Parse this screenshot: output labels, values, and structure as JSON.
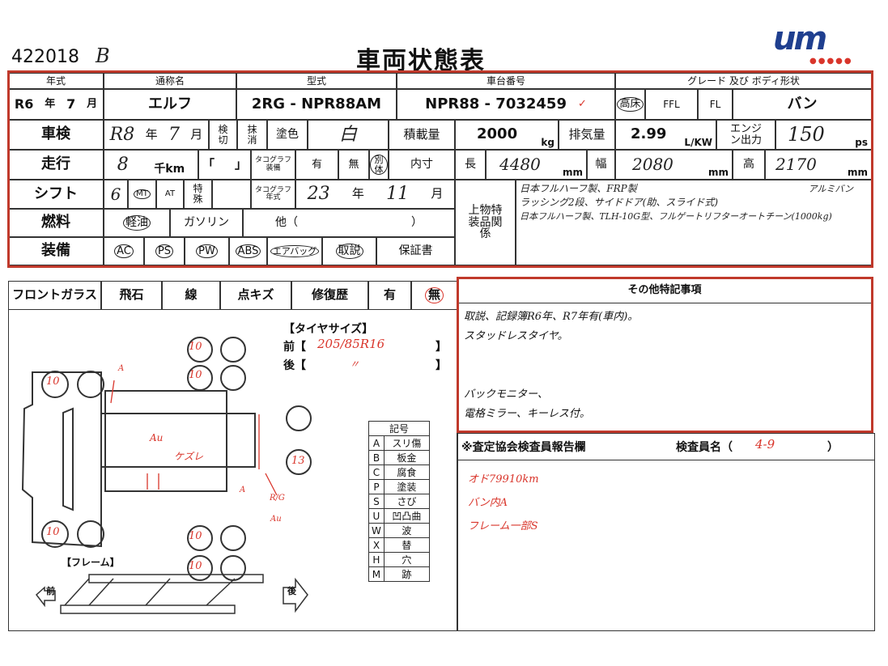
{
  "header": {
    "lot_number": "422018",
    "lot_suffix": "B",
    "title": "車両状態表",
    "logo_text": "um"
  },
  "table": {
    "year_label": "年式",
    "name_label": "通称名",
    "model_label": "型式",
    "chassis_label": "車台番号",
    "grade_label": "グレード 及び ボディ形状",
    "year_era": "R6",
    "year_unit": "年",
    "month": "7",
    "month_unit": "月",
    "car_name": "エルフ",
    "model_code": "2RG - NPR88AM",
    "chassis_no": "NPR88 - 7032459",
    "chassis_check": "✓",
    "grade_options": [
      "高床",
      "FFL",
      "FL"
    ],
    "body_type": "バン",
    "inspection_label": "車検",
    "inspection_era": "R8",
    "inspection_year_unit": "年",
    "inspection_month": "7",
    "inspection_month_unit": "月",
    "expired_label": "検切",
    "cancelled_label": "抹消",
    "color_label": "塗色",
    "color_value": "白",
    "load_label": "積載量",
    "load_value": "2000",
    "load_unit": "kg",
    "displacement_label": "排気量",
    "displacement_value": "2.99",
    "displacement_unit": "L/KW",
    "engine_output_label": "エンジン出力",
    "engine_output_value": "150",
    "engine_output_unit": "ps",
    "mileage_label": "走行",
    "mileage_value": "8",
    "mileage_unit": "千km",
    "bracket_open": "「",
    "bracket_close": "」",
    "tacho_equip_label": "タコグラフ装備",
    "tacho_yes": "有",
    "tacho_no": "無",
    "tacho_separate": "別体",
    "inner_dim_label": "内寸",
    "length_label": "長",
    "length_value": "4480",
    "width_label": "幅",
    "width_value": "2080",
    "height_label": "高",
    "height_value": "2170",
    "mm": "mm",
    "shift_label": "シフト",
    "shift_value": "6",
    "mt": "MT",
    "at": "AT",
    "special": "特殊",
    "tacho_year_label": "タコグラフ年式",
    "tacho_year": "23",
    "tacho_year_unit": "年",
    "tacho_month": "11",
    "tacho_month_unit": "月",
    "fuel_label": "燃料",
    "fuel_options": [
      "軽油",
      "ガソリン",
      "他（　　　　　　　　　　）"
    ],
    "equipment_label": "装備",
    "equipment": [
      "AC",
      "PS",
      "PW",
      "ABS",
      "エアバッグ",
      "取説",
      "保証書"
    ],
    "body_special_label": "上物特装品関係",
    "body_special_lines": [
      "日本フルハーフ製、FRP製",
      "ラッシング2段、サイドドア(助、スライド式)",
      "日本フルハーフ製、TLH-10G型、フルゲートリフターオートチーン(1000kg)"
    ],
    "body_special_note": "アルミバン"
  },
  "glass": {
    "label": "フロントガラス",
    "options": [
      "飛石",
      "線",
      "点キズ"
    ],
    "repair_label": "修復歴",
    "repair_yes": "有",
    "repair_no": "無"
  },
  "tire": {
    "title": "【タイヤサイズ】",
    "front_label": "前【",
    "front_value": "205/85R16",
    "rear_label": "後【",
    "rear_value": "〃",
    "close": "】"
  },
  "diagram": {
    "wheel_marks": [
      "10",
      "10",
      "10",
      "10",
      "10",
      "10",
      "13"
    ],
    "notes": [
      "A",
      "Au",
      "ケズレ",
      "A",
      "R/G",
      "Au"
    ],
    "frame_title": "【フレーム】",
    "front": "前",
    "rear": "後"
  },
  "legend": {
    "title": "記号",
    "items": [
      [
        "A",
        "スリ傷"
      ],
      [
        "B",
        "板金"
      ],
      [
        "C",
        "腐食"
      ],
      [
        "P",
        "塗装"
      ],
      [
        "S",
        "さび"
      ],
      [
        "U",
        "凹凸曲"
      ],
      [
        "W",
        "波"
      ],
      [
        "X",
        "替"
      ],
      [
        "H",
        "穴"
      ],
      [
        "M",
        "跡"
      ]
    ]
  },
  "special": {
    "title": "その他特記事項",
    "lines": [
      "取説、記録簿R6年、R7年有(車内)。",
      "スタッドレスタイヤ。",
      "",
      "",
      "バックモニター、",
      "電格ミラー、キーレス付。"
    ]
  },
  "inspector": {
    "title": "※査定協会検査員報告欄",
    "name_label": "検査員名（",
    "name_value": "4-9",
    "close": "）",
    "lines": [
      "オド79910km",
      "バン内A",
      "フレーム一部S"
    ]
  }
}
